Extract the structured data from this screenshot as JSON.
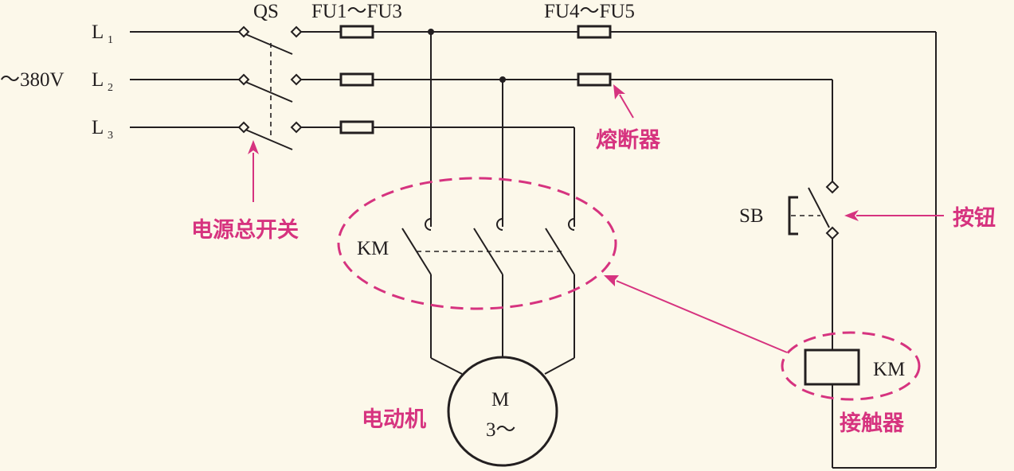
{
  "lines": {
    "l1_letter": "L",
    "l1_sub": "1",
    "l2_letter": "L",
    "l2_sub": "2",
    "l3_letter": "L",
    "l3_sub": "3",
    "voltage": "～380V"
  },
  "components": {
    "qs": "QS",
    "fuses_main": "FU1～FU3",
    "fuses_control": "FU4～FU5",
    "km_contacts": "KM",
    "km_coil": "KM",
    "sb": "SB",
    "motor_m": "M",
    "motor_phase": "3～"
  },
  "annotations": {
    "main_switch": "电源总开关",
    "fuse": "熔断器",
    "button": "按钮",
    "contactor": "接触器",
    "motor": "电动机"
  },
  "colors": {
    "line": "#231f20",
    "annotation": "#d6337f",
    "background": "#fcf8ea"
  }
}
